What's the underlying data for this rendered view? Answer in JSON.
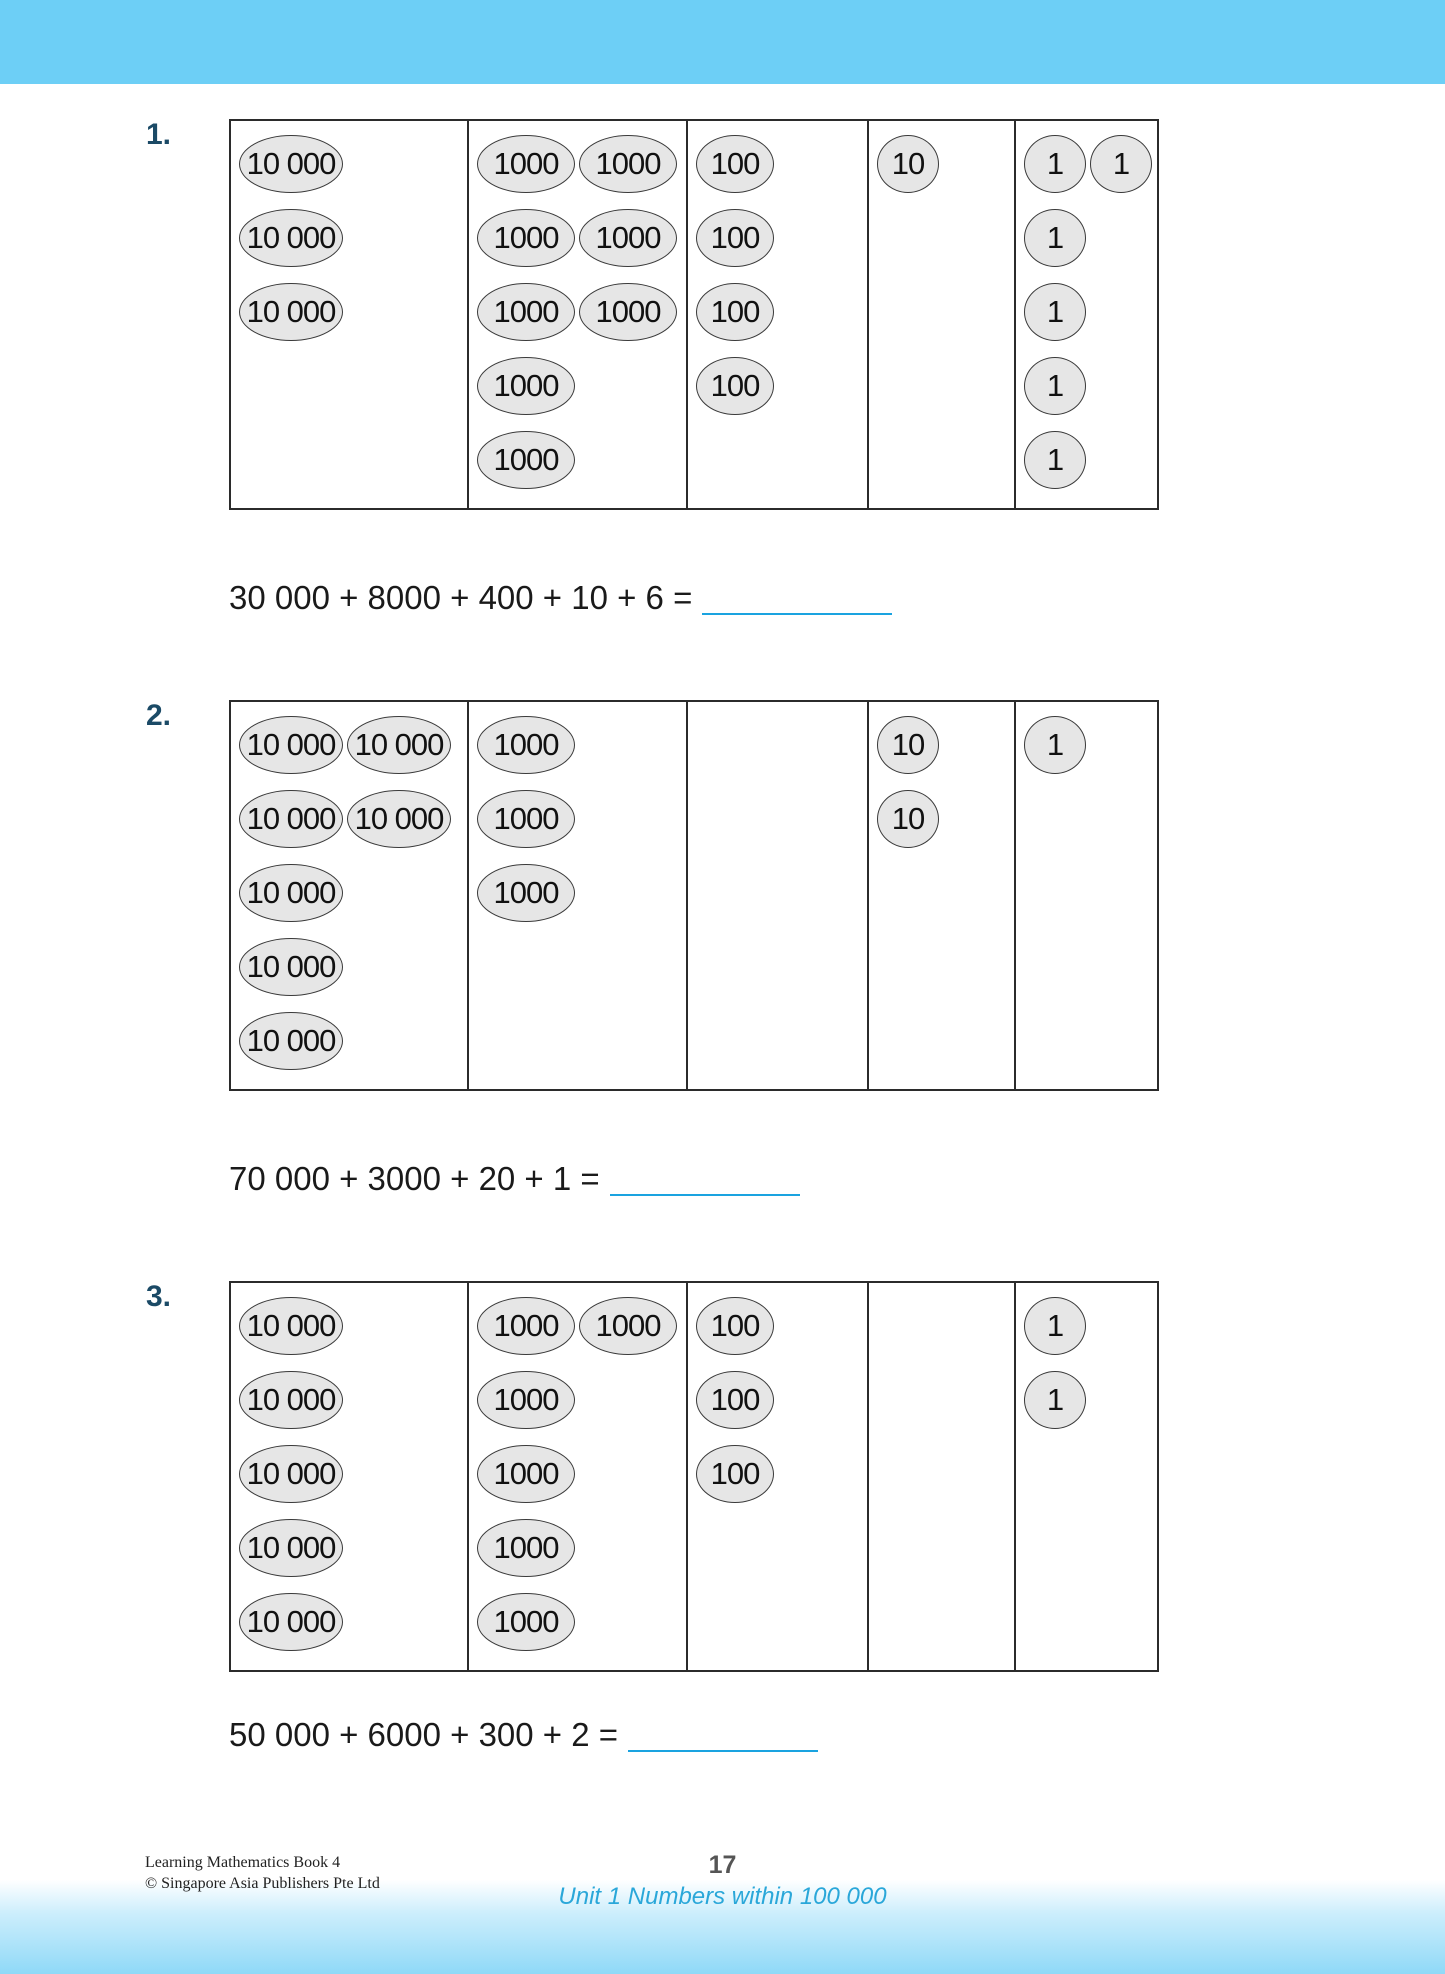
{
  "questions": [
    {
      "number": "1.",
      "equation": "30 000 + 8000 + 400 + 10 + 6 =",
      "columns": [
        {
          "label": "10 000",
          "count": 3
        },
        {
          "label": "1000",
          "count": 8
        },
        {
          "label": "100",
          "count": 4
        },
        {
          "label": "10",
          "count": 1
        },
        {
          "label": "1",
          "count": 6
        }
      ]
    },
    {
      "number": "2.",
      "equation": "70 000 + 3000 + 20 + 1 =",
      "columns": [
        {
          "label": "10 000",
          "count": 7
        },
        {
          "label": "1000",
          "count": 3
        },
        {
          "label": "100",
          "count": 0
        },
        {
          "label": "10",
          "count": 2
        },
        {
          "label": "1",
          "count": 1
        }
      ]
    },
    {
      "number": "3.",
      "equation": "50 000 + 6000 + 300 + 2 =",
      "columns": [
        {
          "label": "10 000",
          "count": 5
        },
        {
          "label": "1000",
          "count": 6
        },
        {
          "label": "100",
          "count": 3
        },
        {
          "label": "10",
          "count": 0
        },
        {
          "label": "1",
          "count": 2
        }
      ]
    }
  ],
  "footer": {
    "book": "Learning Mathematics Book 4",
    "copyright": "© Singapore Asia Publishers Pte Ltd",
    "page_number": "17",
    "unit_title": "Unit 1  Numbers within 100 000"
  },
  "colors": {
    "band": "#6dcff6",
    "blank_line": "#1aa3e0",
    "unit_title": "#2aa7d9",
    "question_number": "#1b4a66"
  }
}
